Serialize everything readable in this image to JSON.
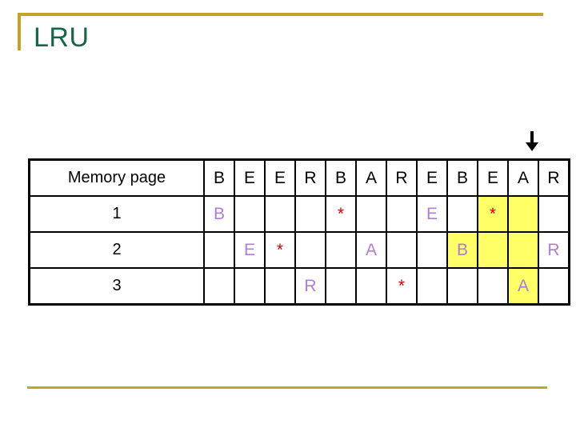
{
  "slide_title": "LRU",
  "colors": {
    "title-green": "#156647",
    "gold": "#C2A42A",
    "letter-purple": "#B07CD6",
    "star-red": "#CC0000",
    "highlight-yellow": "#FFFF66"
  },
  "table": {
    "header_label": "Memory page",
    "reference_string": [
      "B",
      "E",
      "E",
      "R",
      "B",
      "A",
      "R",
      "E",
      "B",
      "E",
      "A",
      "R"
    ],
    "rows": [
      {
        "label": "1",
        "cells": [
          "B",
          "",
          "",
          "",
          "*",
          "",
          "",
          "E",
          "",
          "*",
          "",
          ""
        ],
        "highlighted_columns": [
          10,
          11
        ]
      },
      {
        "label": "2",
        "cells": [
          "",
          "E",
          "*",
          "",
          "",
          "A",
          "",
          "",
          "B",
          "",
          "",
          "R"
        ],
        "highlighted_columns": [
          9,
          10,
          11
        ]
      },
      {
        "label": "3",
        "cells": [
          "",
          "",
          "",
          "R",
          "",
          "",
          "*",
          "",
          "",
          "",
          "A",
          ""
        ],
        "highlighted_columns": [
          11
        ]
      }
    ]
  },
  "arrow": {
    "symbol": "down-arrow",
    "points_to_reference_index": 12
  }
}
